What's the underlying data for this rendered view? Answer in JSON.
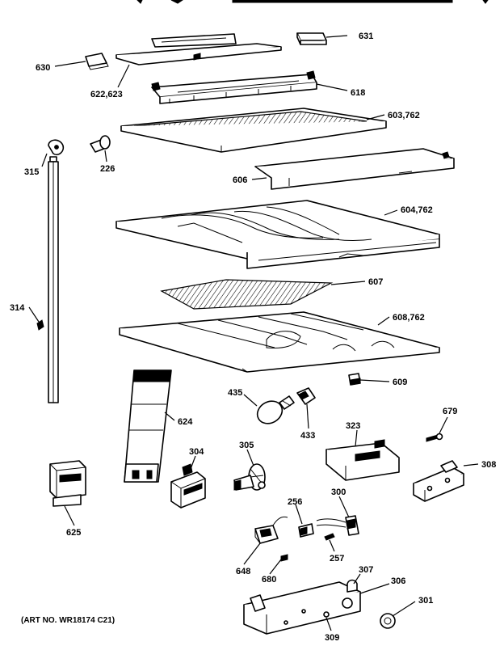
{
  "art_number": "(ART NO. WR18174 C21)",
  "callouts": {
    "c631": "631",
    "c630": "630",
    "c622": "622,623",
    "c618": "618",
    "c603": "603,762",
    "c315": "315",
    "c226": "226",
    "c606": "606",
    "c604": "604,762",
    "c314": "314",
    "c607": "607",
    "c608": "608,762",
    "c609": "609",
    "c435": "435",
    "c433": "433",
    "c624": "624",
    "c323": "323",
    "c679": "679",
    "c304": "304",
    "c305": "305",
    "c308": "308",
    "c625": "625",
    "c256": "256",
    "c300": "300",
    "c257": "257",
    "c648": "648",
    "c680": "680",
    "c307": "307",
    "c306": "306",
    "c301": "301",
    "c309": "309"
  }
}
